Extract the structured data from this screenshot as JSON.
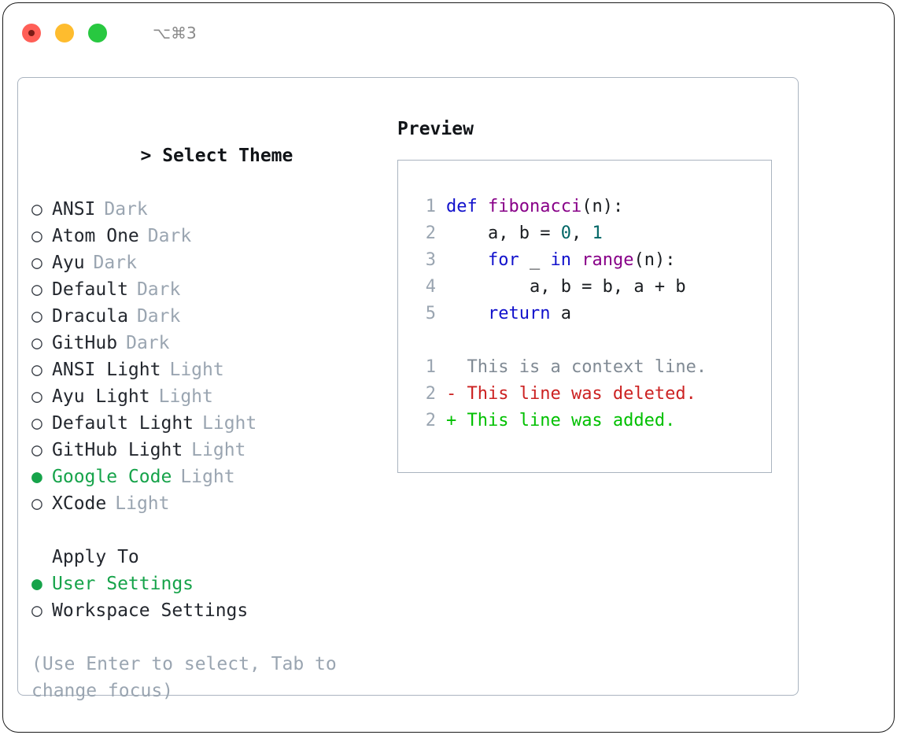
{
  "titlebar": {
    "shortcut": "⌥⌘3",
    "buttons": [
      {
        "name": "close",
        "color": "#ff5f57"
      },
      {
        "name": "minimize",
        "color": "#febc2e"
      },
      {
        "name": "zoom",
        "color": "#28c840"
      }
    ]
  },
  "theme_picker": {
    "prompt_caret": ">",
    "header": "Select Theme",
    "bullet_off": "○",
    "bullet_on": "●",
    "items": [
      {
        "label": "ANSI",
        "variant": "Dark",
        "selected": false
      },
      {
        "label": "Atom One",
        "variant": "Dark",
        "selected": false
      },
      {
        "label": "Ayu",
        "variant": "Dark",
        "selected": false
      },
      {
        "label": "Default",
        "variant": "Dark",
        "selected": false
      },
      {
        "label": "Dracula",
        "variant": "Dark",
        "selected": false
      },
      {
        "label": "GitHub",
        "variant": "Dark",
        "selected": false
      },
      {
        "label": "ANSI Light",
        "variant": "Light",
        "selected": false
      },
      {
        "label": "Ayu Light",
        "variant": "Light",
        "selected": false
      },
      {
        "label": "Default Light",
        "variant": "Light",
        "selected": false
      },
      {
        "label": "GitHub Light",
        "variant": "Light",
        "selected": false
      },
      {
        "label": "Google Code",
        "variant": "Light",
        "selected": true
      },
      {
        "label": "XCode",
        "variant": "Light",
        "selected": false
      }
    ]
  },
  "apply_to": {
    "header": "Apply To",
    "items": [
      {
        "label": "User Settings",
        "selected": true
      },
      {
        "label": "Workspace Settings",
        "selected": false
      }
    ]
  },
  "hint": "(Use Enter to select, Tab to change focus)",
  "preview": {
    "title": "Preview",
    "code_lines": [
      {
        "number": "1",
        "tokens": [
          {
            "text": "def ",
            "type": "kw"
          },
          {
            "text": "fibonacci",
            "type": "fn"
          },
          {
            "text": "(n):",
            "type": "plain"
          }
        ]
      },
      {
        "number": "2",
        "tokens": [
          {
            "text": "    a, b = ",
            "type": "plain"
          },
          {
            "text": "0",
            "type": "num"
          },
          {
            "text": ", ",
            "type": "plain"
          },
          {
            "text": "1",
            "type": "num"
          }
        ]
      },
      {
        "number": "3",
        "tokens": [
          {
            "text": "    ",
            "type": "plain"
          },
          {
            "text": "for",
            "type": "kw"
          },
          {
            "text": " _ ",
            "type": "plain"
          },
          {
            "text": "in",
            "type": "kw"
          },
          {
            "text": " ",
            "type": "plain"
          },
          {
            "text": "range",
            "type": "fn"
          },
          {
            "text": "(n):",
            "type": "plain"
          }
        ]
      },
      {
        "number": "4",
        "tokens": [
          {
            "text": "        a, b = b, a + b",
            "type": "plain"
          }
        ]
      },
      {
        "number": "5",
        "tokens": [
          {
            "text": "    ",
            "type": "plain"
          },
          {
            "text": "return",
            "type": "kw"
          },
          {
            "text": " a",
            "type": "plain"
          }
        ]
      }
    ],
    "diff_lines": [
      {
        "number": "1",
        "marker": " ",
        "text": " This is a context line.",
        "type": "ctx"
      },
      {
        "number": "2",
        "marker": "-",
        "text": " This line was deleted.",
        "type": "del"
      },
      {
        "number": "2",
        "marker": "+",
        "text": " This line was added.",
        "type": "add"
      }
    ]
  },
  "colors": {
    "accent_green": "#16a34a",
    "muted": "#9aa5b1",
    "keyword": "#1111cc",
    "function": "#880088",
    "number": "#006666",
    "diff_deleted": "#cc2222",
    "diff_added": "#00c000",
    "panel_border": "#aab4c0"
  }
}
